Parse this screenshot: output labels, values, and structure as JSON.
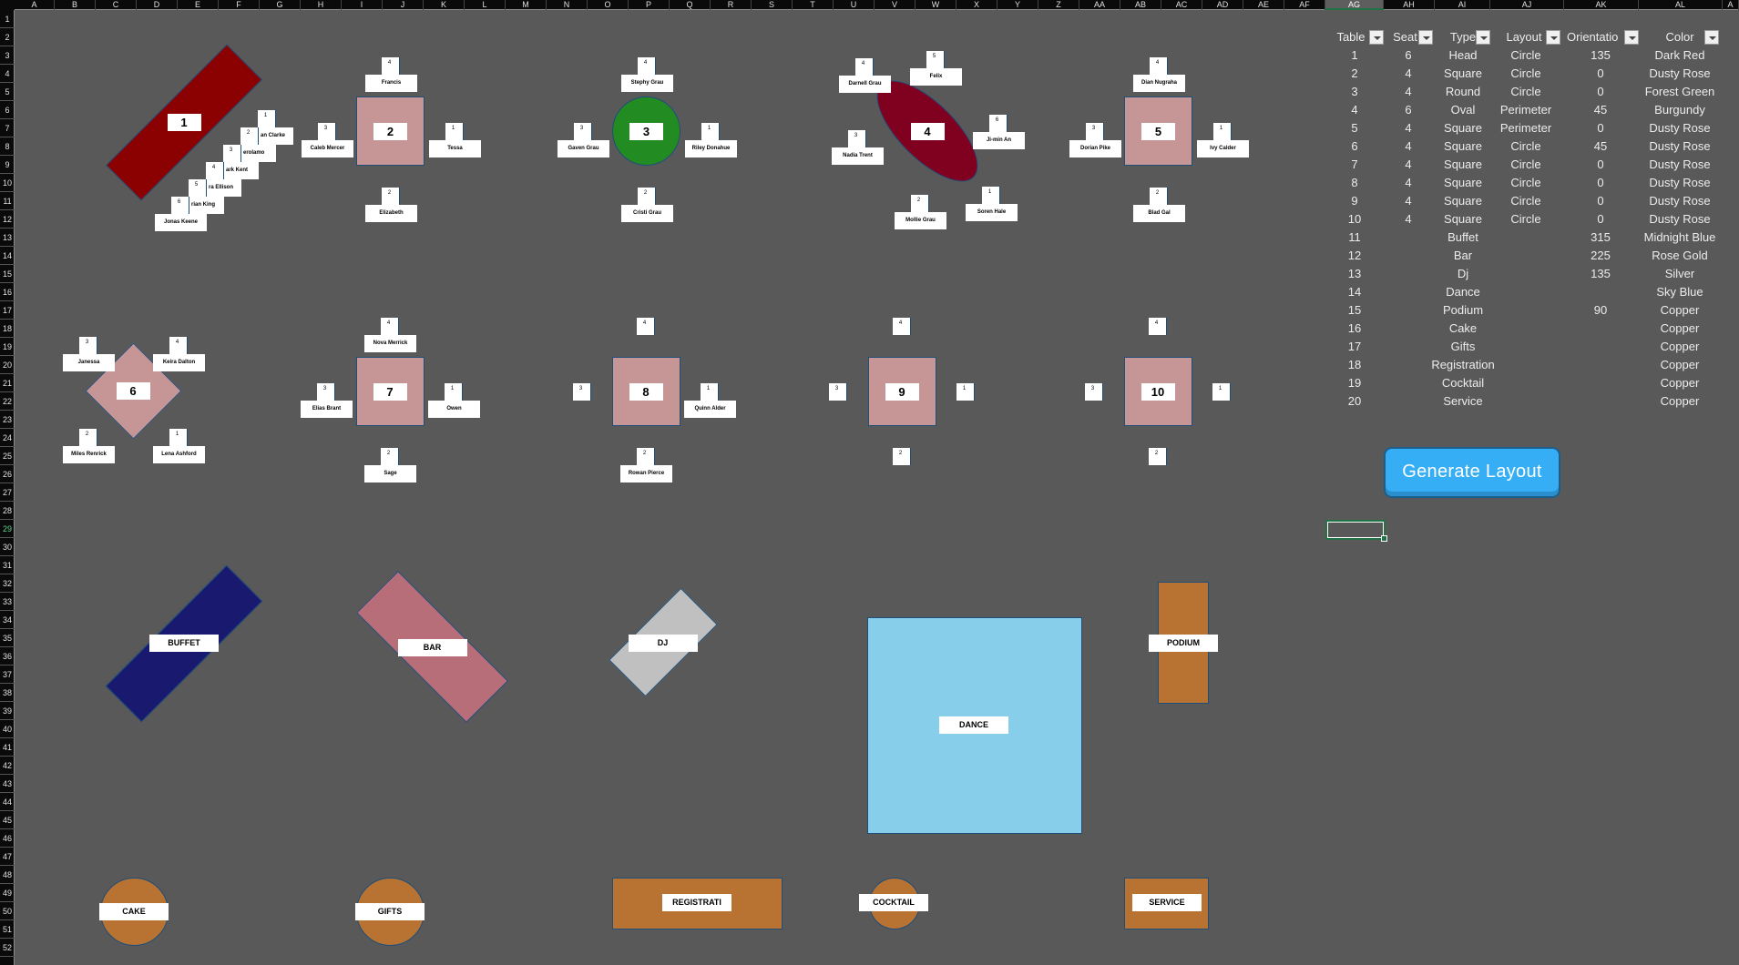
{
  "columns": [
    "A",
    "B",
    "C",
    "D",
    "E",
    "F",
    "G",
    "H",
    "I",
    "J",
    "K",
    "L",
    "M",
    "N",
    "O",
    "P",
    "Q",
    "R",
    "S",
    "T",
    "U",
    "V",
    "W",
    "X",
    "Y",
    "Z",
    "AA",
    "AB",
    "AC",
    "AD",
    "AE",
    "AF",
    "AG",
    "AH",
    "AI",
    "AJ",
    "AK",
    "AL",
    "A"
  ],
  "selected_column": "AG",
  "row_count": 52,
  "selected_row": 29,
  "tables": [
    {
      "label": "1",
      "seats": [
        {
          "num": "1",
          "name": "an Clarke"
        },
        {
          "num": "2",
          "name": "erolamo"
        },
        {
          "num": "3",
          "name": "ark Kent"
        },
        {
          "num": "4",
          "name": "ra Ellison"
        },
        {
          "num": "5",
          "name": "rian King"
        },
        {
          "num": "6",
          "name": "Jonas Keene"
        }
      ]
    },
    {
      "label": "2",
      "seats": [
        {
          "num": "1",
          "name": "Tessa"
        },
        {
          "num": "2",
          "name": "Elizabeth"
        },
        {
          "num": "3",
          "name": "Caleb Mercer"
        },
        {
          "num": "4",
          "name": "Francis"
        }
      ]
    },
    {
      "label": "3",
      "seats": [
        {
          "num": "1",
          "name": "Riley Donahue"
        },
        {
          "num": "2",
          "name": "Cristi Grau"
        },
        {
          "num": "3",
          "name": "Gaven Grau"
        },
        {
          "num": "4",
          "name": "Stephy Grau"
        }
      ]
    },
    {
      "label": "4",
      "seats": [
        {
          "num": "1",
          "name": "Soren Hale"
        },
        {
          "num": "2",
          "name": "Mollie Grau"
        },
        {
          "num": "3",
          "name": "Nadia Trent"
        },
        {
          "num": "4",
          "name": "Darnell Grau"
        },
        {
          "num": "5",
          "name": "Felix"
        },
        {
          "num": "6",
          "name": "Ji-min An"
        }
      ]
    },
    {
      "label": "5",
      "seats": [
        {
          "num": "1",
          "name": "Ivy Calder"
        },
        {
          "num": "2",
          "name": "Blad Gal"
        },
        {
          "num": "3",
          "name": "Dorian Pike"
        },
        {
          "num": "4",
          "name": "Dian Nugraha"
        }
      ]
    },
    {
      "label": "6",
      "seats": [
        {
          "num": "1",
          "name": "Lena Ashford"
        },
        {
          "num": "2",
          "name": "Miles Renrick"
        },
        {
          "num": "3",
          "name": "Janessa"
        },
        {
          "num": "4",
          "name": "Keira Dalton"
        }
      ]
    },
    {
      "label": "7",
      "seats": [
        {
          "num": "1",
          "name": "Owen"
        },
        {
          "num": "2",
          "name": "Sage"
        },
        {
          "num": "3",
          "name": "Elias Brant"
        },
        {
          "num": "4",
          "name": "Nova Merrick"
        }
      ]
    },
    {
      "label": "8",
      "seats": [
        {
          "num": "1",
          "name": "Quinn Alder"
        },
        {
          "num": "2",
          "name": "Rowan Pierce"
        },
        {
          "num": "3",
          "name": ""
        },
        {
          "num": "4",
          "name": ""
        }
      ]
    },
    {
      "label": "9",
      "seats": [
        {
          "num": "1",
          "name": ""
        },
        {
          "num": "2",
          "name": ""
        },
        {
          "num": "3",
          "name": ""
        },
        {
          "num": "4",
          "name": ""
        }
      ]
    },
    {
      "label": "10",
      "seats": [
        {
          "num": "1",
          "name": ""
        },
        {
          "num": "2",
          "name": ""
        },
        {
          "num": "3",
          "name": ""
        },
        {
          "num": "4",
          "name": ""
        }
      ]
    }
  ],
  "facilities": [
    {
      "label": "BUFFET"
    },
    {
      "label": "BAR"
    },
    {
      "label": "DJ"
    },
    {
      "label": "DANCE"
    },
    {
      "label": "PODIUM"
    },
    {
      "label": "CAKE"
    },
    {
      "label": "GIFTS"
    },
    {
      "label": "REGISTRATI"
    },
    {
      "label": "COCKTAIL"
    },
    {
      "label": "SERVICE"
    }
  ],
  "colors": {
    "Dark Red": "#8b0000",
    "Dusty Rose": "#c69595",
    "Forest Green": "#228b22",
    "Burgundy": "#800020",
    "Midnight Blue": "#191970",
    "Rose Gold": "#b76e79",
    "Silver": "#c0c0c0",
    "Sky Blue": "#87ceeb",
    "Copper": "#b87333",
    "background": "#595959",
    "button": "#35aef5"
  },
  "table_data": {
    "headers": [
      "Table",
      "Seat",
      "Type",
      "Layout",
      "Orientatio",
      "Color"
    ],
    "rows": [
      [
        "1",
        "6",
        "Head",
        "Circle",
        "135",
        "Dark Red"
      ],
      [
        "2",
        "4",
        "Square",
        "Circle",
        "0",
        "Dusty Rose"
      ],
      [
        "3",
        "4",
        "Round",
        "Circle",
        "0",
        "Forest Green"
      ],
      [
        "4",
        "6",
        "Oval",
        "Perimeter",
        "45",
        "Burgundy"
      ],
      [
        "5",
        "4",
        "Square",
        "Perimeter",
        "0",
        "Dusty Rose"
      ],
      [
        "6",
        "4",
        "Square",
        "Circle",
        "45",
        "Dusty Rose"
      ],
      [
        "7",
        "4",
        "Square",
        "Circle",
        "0",
        "Dusty Rose"
      ],
      [
        "8",
        "4",
        "Square",
        "Circle",
        "0",
        "Dusty Rose"
      ],
      [
        "9",
        "4",
        "Square",
        "Circle",
        "0",
        "Dusty Rose"
      ],
      [
        "10",
        "4",
        "Square",
        "Circle",
        "0",
        "Dusty Rose"
      ],
      [
        "11",
        "",
        "Buffet",
        "",
        "315",
        "Midnight Blue"
      ],
      [
        "12",
        "",
        "Bar",
        "",
        "225",
        "Rose Gold"
      ],
      [
        "13",
        "",
        "Dj",
        "",
        "135",
        "Silver"
      ],
      [
        "14",
        "",
        "Dance",
        "",
        "",
        "Sky Blue"
      ],
      [
        "15",
        "",
        "Podium",
        "",
        "90",
        "Copper"
      ],
      [
        "16",
        "",
        "Cake",
        "",
        "",
        "Copper"
      ],
      [
        "17",
        "",
        "Gifts",
        "",
        "",
        "Copper"
      ],
      [
        "18",
        "",
        "Registration",
        "",
        "",
        "Copper"
      ],
      [
        "19",
        "",
        "Cocktail",
        "",
        "",
        "Copper"
      ],
      [
        "20",
        "",
        "Service",
        "",
        "",
        "Copper"
      ]
    ]
  },
  "button": {
    "label": "Generate Layout"
  }
}
